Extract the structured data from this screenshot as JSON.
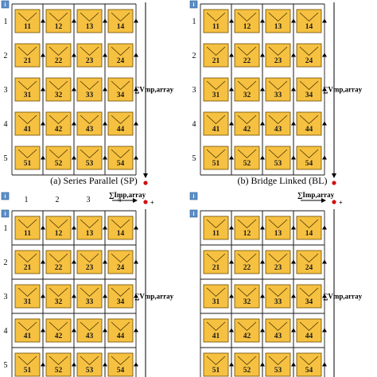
{
  "panels": [
    {
      "caption": "(a) Series Parallel (SP)",
      "type": "SP",
      "info_icon": "i",
      "vmp_label": "∑Vmp,array",
      "row_labels": [
        "1",
        "2",
        "3",
        "4",
        "5"
      ],
      "col_labels": [],
      "imp_label": "",
      "rows": [
        [
          "11",
          "12",
          "13",
          "14"
        ],
        [
          "21",
          "22",
          "23",
          "24"
        ],
        [
          "31",
          "32",
          "33",
          "34"
        ],
        [
          "41",
          "42",
          "43",
          "44"
        ],
        [
          "51",
          "52",
          "53",
          "54"
        ]
      ],
      "plus": "",
      "minus": ""
    },
    {
      "caption": "(b) Bridge Linked (BL)",
      "type": "BL",
      "info_icon": "i",
      "vmp_label": "∑Vmp,array",
      "row_labels": [
        "1",
        "2",
        "3",
        "4",
        "5"
      ],
      "col_labels": [],
      "imp_label": "",
      "rows": [
        [
          "11",
          "12",
          "13",
          "14"
        ],
        [
          "21",
          "22",
          "23",
          "24"
        ],
        [
          "31",
          "32",
          "33",
          "34"
        ],
        [
          "41",
          "42",
          "43",
          "44"
        ],
        [
          "51",
          "52",
          "53",
          "54"
        ]
      ],
      "plus": "",
      "minus": ""
    },
    {
      "caption": "",
      "type": "TCT",
      "info_icon": "i",
      "vmp_label": "∑Vmp,array",
      "row_labels": [
        "1",
        "2",
        "3",
        "4",
        "5"
      ],
      "col_labels": [
        "1",
        "2",
        "3",
        "4"
      ],
      "imp_label": "∑Imp,array",
      "rows": [
        [
          "11",
          "12",
          "13",
          "14"
        ],
        [
          "21",
          "22",
          "23",
          "24"
        ],
        [
          "31",
          "32",
          "33",
          "34"
        ],
        [
          "41",
          "42",
          "43",
          "44"
        ],
        [
          "51",
          "52",
          "53",
          "54"
        ]
      ],
      "plus": "+",
      "minus": "-"
    },
    {
      "caption": "",
      "type": "TCT",
      "info_icon": "i",
      "vmp_label": "∑Vmp,array",
      "row_labels": [],
      "col_labels": [],
      "imp_label": "∑Imp,array",
      "rows": [
        [
          "11",
          "12",
          "13",
          "14"
        ],
        [
          "21",
          "22",
          "23",
          "24"
        ],
        [
          "31",
          "32",
          "33",
          "34"
        ],
        [
          "41",
          "42",
          "43",
          "44"
        ],
        [
          "51",
          "52",
          "53",
          "54"
        ]
      ],
      "plus": "+",
      "minus": "-"
    }
  ],
  "colors": {
    "cell_fill": "#f6c141",
    "wire": "#1a1a1a",
    "terminal": "#d01010",
    "info_icon": "#5b8fc9"
  }
}
